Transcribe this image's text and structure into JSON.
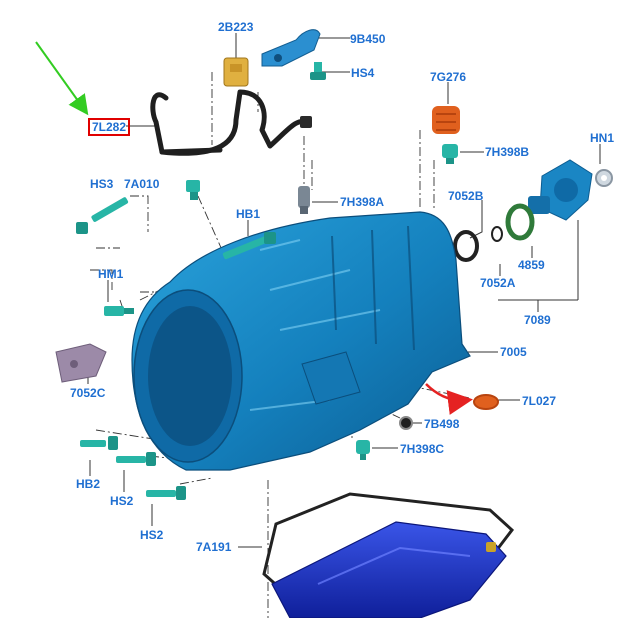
{
  "colors": {
    "label": "#1f6fd1",
    "leader": "#333333",
    "highlight_box": "#e00000",
    "pointer_arrow": "#33cc22",
    "housing": "#1a86c4",
    "pan": "#1c33c8",
    "bolt": "#27b5a6",
    "gasket": "#222222",
    "seal_orange": "#e0601e",
    "seal_green": "#2f7a3a",
    "bracket_tan": "#e0b040",
    "bracket_grey": "#9c8aa8",
    "direction_arrow": "#e52222"
  },
  "callouts": {
    "l_2b223": "2B223",
    "l_9b450": "9B450",
    "l_hs4": "HS4",
    "l_7g276": "7G276",
    "l_7l282": "7L282",
    "l_hn1": "HN1",
    "l_7h398b": "7H398B",
    "l_hs3": "HS3",
    "l_7a010": "7A010",
    "l_7h398a": "7H398A",
    "l_7052b": "7052B",
    "l_hb1": "HB1",
    "l_4859": "4859",
    "l_hm1": "HM1",
    "l_7052a": "7052A",
    "l_7089": "7089",
    "l_7005": "7005",
    "l_7052c": "7052C",
    "l_7l027": "7L027",
    "l_7b498": "7B498",
    "l_7h398c": "7H398C",
    "l_hb2": "HB2",
    "l_hs2a": "HS2",
    "l_hs2b": "HS2",
    "l_7a191": "7A191"
  },
  "icons": {
    "pointer": "green-pointer-arrow-icon",
    "flow": "red-curved-arrow-icon"
  }
}
